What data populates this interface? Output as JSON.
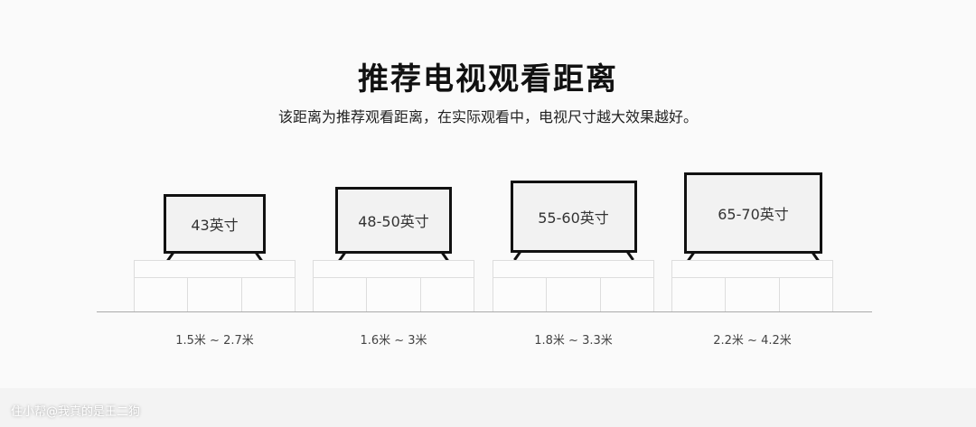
{
  "title": "推荐电视观看距离",
  "subtitle": "该距离为推荐观看距离，在实际观看中，电视尺寸越大效果越好。",
  "items": [
    {
      "size": "43英寸",
      "distance": "1.5米 ~ 2.7米"
    },
    {
      "size": "48-50英寸",
      "distance": "1.6米 ~ 3米"
    },
    {
      "size": "55-60英寸",
      "distance": "1.8米 ~ 3.3米"
    },
    {
      "size": "65-70英寸",
      "distance": "2.2米 ~ 4.2米"
    }
  ],
  "watermark": "住小帮@我真的是王二狗"
}
